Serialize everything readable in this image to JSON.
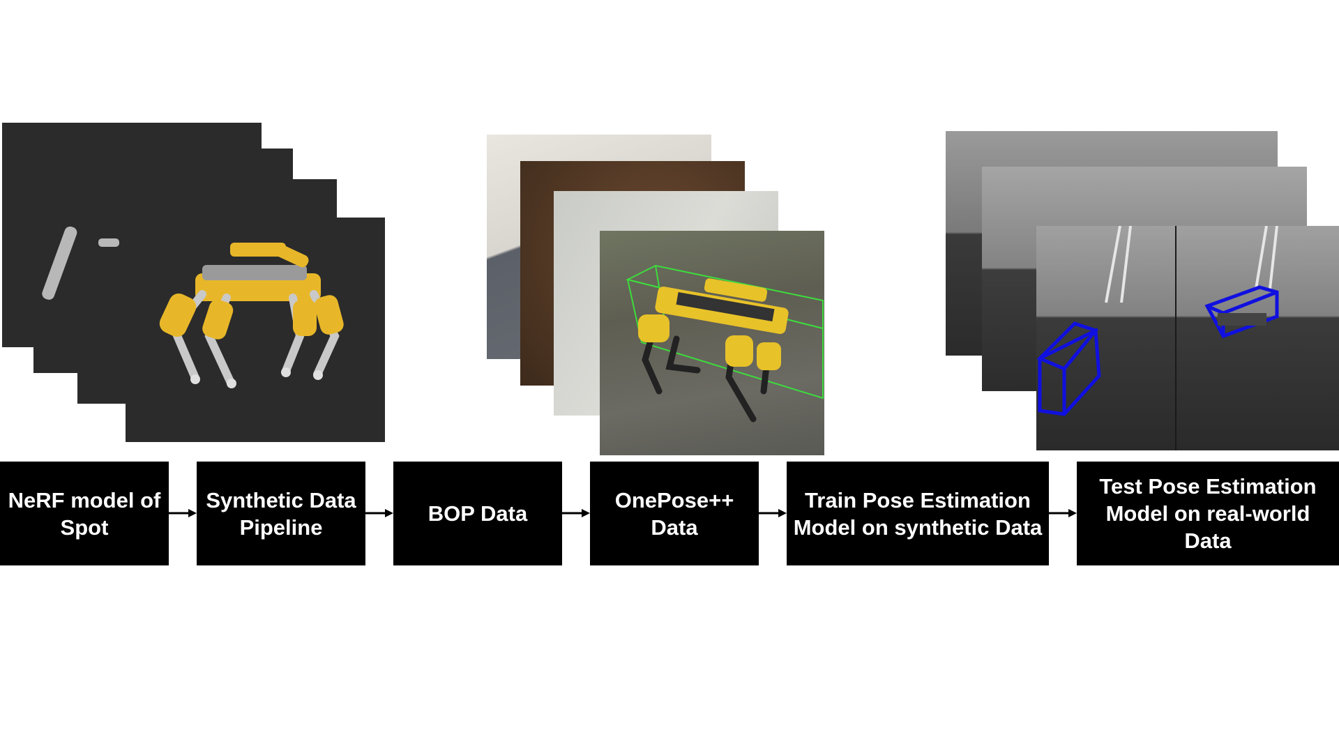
{
  "pipeline": {
    "steps": [
      {
        "label": "NeRF model of\nSpot"
      },
      {
        "label": "Synthetic Data\nPipeline"
      },
      {
        "label": "BOP Data"
      },
      {
        "label": "OnePose++\nData"
      },
      {
        "label": "Train Pose Estimation\nModel on synthetic Data"
      },
      {
        "label": "Test Pose Estimation\nModel on real-world Data"
      }
    ]
  },
  "colors": {
    "box_fill": "#000000",
    "box_text": "#ffffff",
    "render_background": "#2b2b2b",
    "robot_yellow": "#e8b729",
    "synthetic_bbox": "#3ddc3d",
    "realworld_bbox": "#1010e0"
  },
  "image_stacks": [
    {
      "name": "nerf-render-stack",
      "frames": 4,
      "content": "robot-render-icon"
    },
    {
      "name": "onepose-photo-stack",
      "frames": 4,
      "content": "robot-photo-icon"
    },
    {
      "name": "realworld-camera-stack",
      "frames": 3,
      "content": "grayscale-camera-icon"
    }
  ]
}
